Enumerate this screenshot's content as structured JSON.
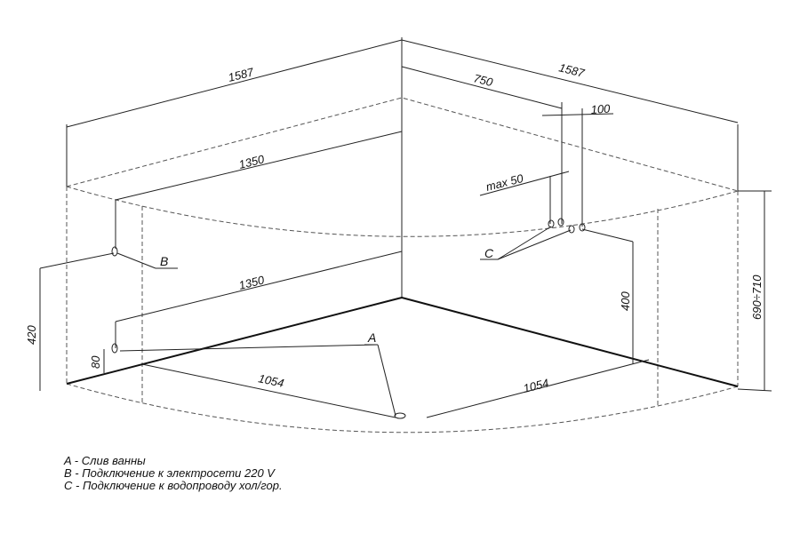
{
  "dimensions": {
    "width_left": "1587",
    "width_right": "1587",
    "inner_upper": "1350",
    "inner_lower": "1350",
    "drain_left": "1054",
    "drain_right": "1054",
    "offset_750": "750",
    "offset_100": "100",
    "max_50": "max  50",
    "height_420": "420",
    "height_80": "80",
    "height_400": "400",
    "height_total": "690÷710"
  },
  "markers": {
    "a": "A",
    "b": "B",
    "c": "C"
  },
  "legend": [
    "A - Слив ванны",
    "B - Подключение к электросети 220 V",
    "C - Подключение к водопроводу хол/гор."
  ]
}
